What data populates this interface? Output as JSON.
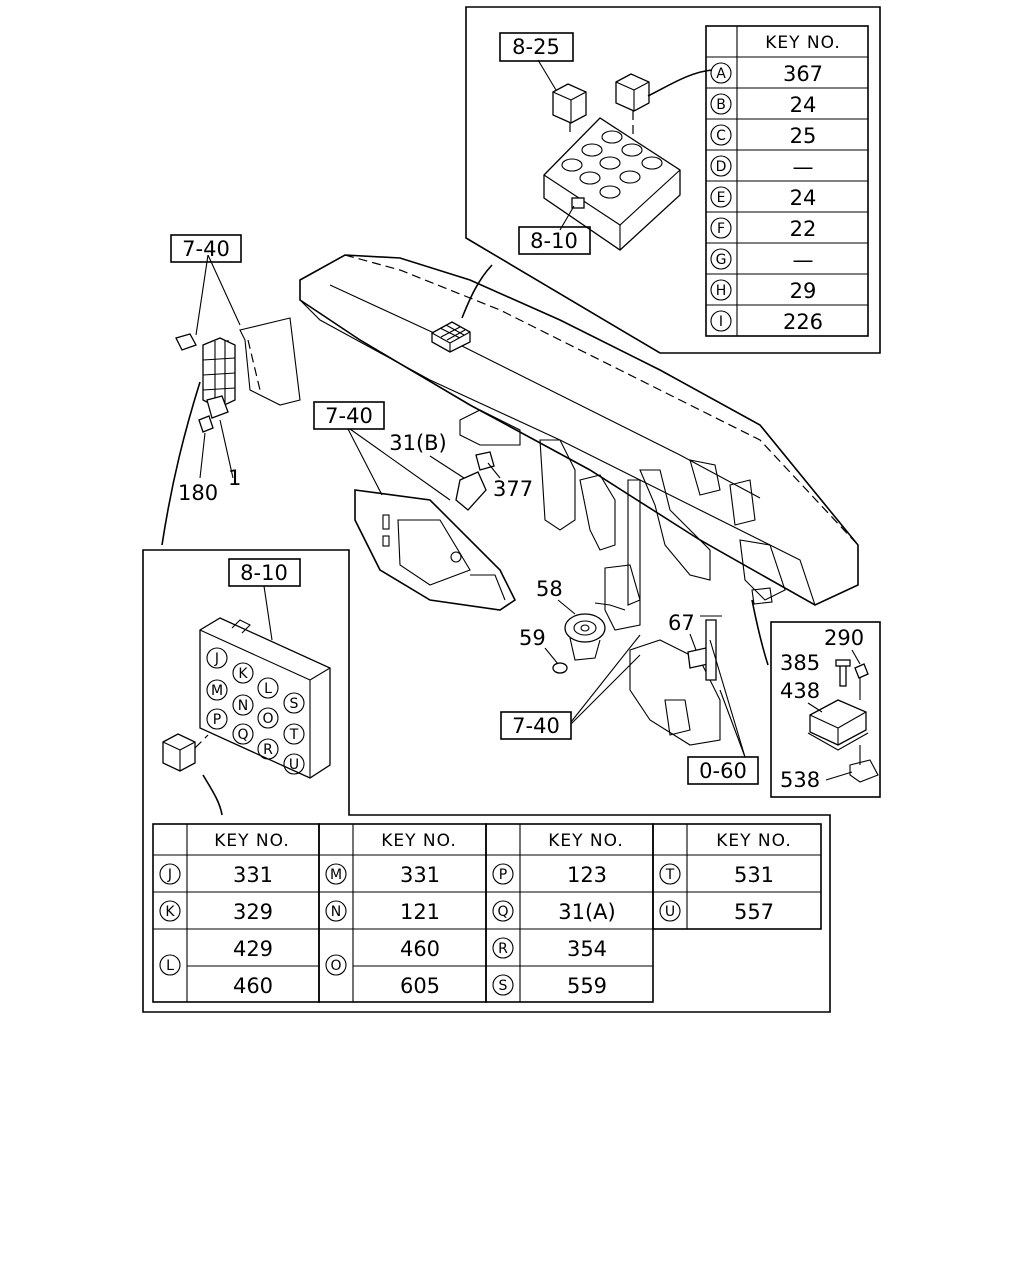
{
  "callouts": {
    "r825": "8-25",
    "r810_top": "8-10",
    "r740_left": "7-40",
    "r740_mid": "7-40",
    "r740_bottom": "7-40",
    "r810_inset": "8-10",
    "r060": "0-60",
    "p31b": "31(B)",
    "p377": "377",
    "p180": "180",
    "p1": "1",
    "p58": "58",
    "p59": "59",
    "p67": "67",
    "p290": "290",
    "p385": "385",
    "p438": "438",
    "p538": "538"
  },
  "relay_table_top": {
    "header": "KEY NO.",
    "rows": [
      {
        "letter": "A",
        "value": "367"
      },
      {
        "letter": "B",
        "value": "24"
      },
      {
        "letter": "C",
        "value": "25"
      },
      {
        "letter": "D",
        "value": "—"
      },
      {
        "letter": "E",
        "value": "24"
      },
      {
        "letter": "F",
        "value": "22"
      },
      {
        "letter": "G",
        "value": "—"
      },
      {
        "letter": "H",
        "value": "29"
      },
      {
        "letter": "I",
        "value": "226"
      }
    ]
  },
  "fuse_box_letters": [
    "J",
    "K",
    "L",
    "S",
    "M",
    "N",
    "O",
    "T",
    "P",
    "Q",
    "R",
    "U"
  ],
  "key_table_bottom": {
    "header": "KEY NO.",
    "col1": [
      {
        "letter": "J",
        "values": [
          "331"
        ]
      },
      {
        "letter": "K",
        "values": [
          "329"
        ]
      },
      {
        "letter": "L",
        "values": [
          "429",
          "460"
        ]
      }
    ],
    "col2": [
      {
        "letter": "M",
        "values": [
          "331"
        ]
      },
      {
        "letter": "N",
        "values": [
          "121"
        ]
      },
      {
        "letter": "O",
        "values": [
          "460",
          "605"
        ]
      }
    ],
    "col3": [
      {
        "letter": "P",
        "values": [
          "123"
        ]
      },
      {
        "letter": "Q",
        "values": [
          "31(A)"
        ]
      },
      {
        "letter": "R",
        "values": [
          "354"
        ]
      },
      {
        "letter": "S",
        "values": [
          "559"
        ]
      }
    ],
    "col4": [
      {
        "letter": "T",
        "values": [
          "531"
        ]
      },
      {
        "letter": "U",
        "values": [
          "557"
        ]
      }
    ]
  }
}
